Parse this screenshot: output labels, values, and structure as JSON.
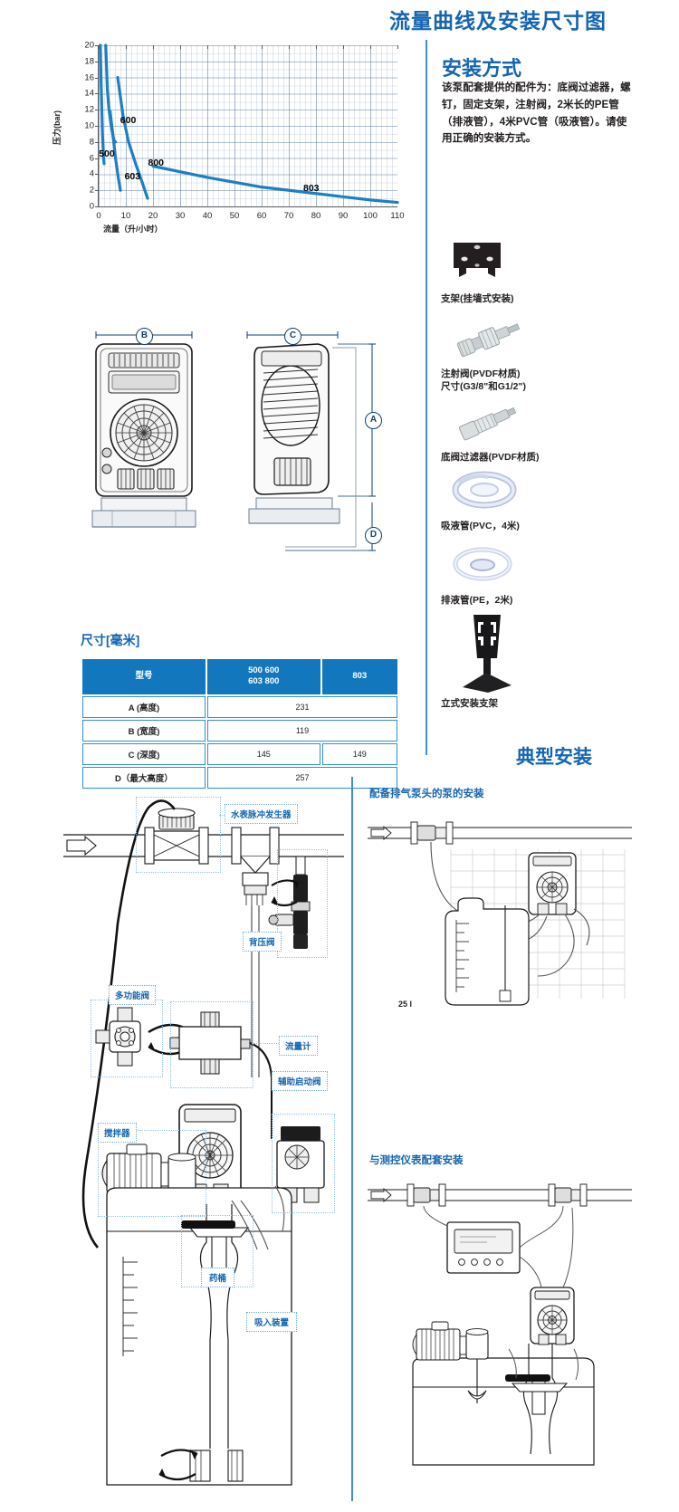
{
  "header": {
    "title": "流量曲线及安装尺寸图"
  },
  "install_method": {
    "heading": "安装方式",
    "body": "该泵配套提供的配件为：底阀过滤器，螺钉，固定支架，注射阀，2米长的PE管（排液管），4米PVC管（吸液管）。请使用正确的安装方式。"
  },
  "chart_data": {
    "type": "line",
    "title": "",
    "xlabel": "流量（升/小时）",
    "ylabel": "压力(bar)",
    "xlim": [
      0,
      110
    ],
    "ylim": [
      0,
      20
    ],
    "xticks": [
      0,
      10,
      20,
      30,
      40,
      50,
      60,
      70,
      80,
      90,
      100,
      110
    ],
    "yticks": [
      0,
      2,
      4,
      6,
      8,
      10,
      12,
      14,
      16,
      18,
      20
    ],
    "grid": true,
    "legend_position": "inline-annotations",
    "series": [
      {
        "name": "500",
        "label": "500",
        "points": [
          [
            0.6,
            20.0
          ],
          [
            1.0,
            14.0
          ],
          [
            1.4,
            9.0
          ],
          [
            1.8,
            6.0
          ],
          [
            2.0,
            5.3
          ]
        ]
      },
      {
        "name": "600",
        "label": "600",
        "points": [
          [
            2.6,
            20.0
          ],
          [
            3.2,
            14.5
          ],
          [
            3.8,
            12.0
          ],
          [
            4.6,
            10.0
          ],
          [
            5.6,
            8.2
          ],
          [
            6.2,
            8.0
          ]
        ]
      },
      {
        "name": "603",
        "label": "603",
        "points": [
          [
            4.2,
            11.8
          ],
          [
            5.2,
            9.0
          ],
          [
            6.2,
            6.0
          ],
          [
            7.2,
            3.6
          ],
          [
            8.0,
            2.0
          ]
        ]
      },
      {
        "name": "800",
        "label": "800",
        "points": [
          [
            7.0,
            16.0
          ],
          [
            9.0,
            11.2
          ],
          [
            11.0,
            8.0
          ],
          [
            13.5,
            5.4
          ],
          [
            16.0,
            3.0
          ],
          [
            18.0,
            1.0
          ]
        ]
      },
      {
        "name": "803",
        "label": "803",
        "points": [
          [
            20.0,
            5.0
          ],
          [
            40.0,
            3.6
          ],
          [
            60.0,
            2.4
          ],
          [
            80.0,
            1.6
          ],
          [
            100.0,
            0.8
          ],
          [
            110.0,
            0.5
          ]
        ]
      }
    ]
  },
  "accessories": [
    {
      "icon": "wall-bracket-icon",
      "caption": "支架(挂墙式安装)"
    },
    {
      "icon": "injection-valve-icon",
      "caption": "注射阀(PVDF材质)\n尺寸(G3/8\"和G1/2\")"
    },
    {
      "icon": "foot-valve-filter-icon",
      "caption": "底阀过滤器(PVDF材质)"
    },
    {
      "icon": "suction-hose-icon",
      "caption": "吸液管(PVC，4米)"
    },
    {
      "icon": "discharge-hose-icon",
      "caption": "排液管(PE，2米)"
    },
    {
      "icon": "floor-stand-icon",
      "caption": "立式安装支架"
    }
  ],
  "drawing_dim_labels": {
    "a": "A",
    "b": "B",
    "c": "C",
    "d": "D"
  },
  "dimensions_table": {
    "title": "尺寸[毫米]",
    "columns": [
      "型号",
      "500 600\n603 800",
      "803"
    ],
    "col0_header": "型号",
    "col1_header_line1": "500 600",
    "col1_header_line2": "603 800",
    "col2_header": "803",
    "rows": [
      {
        "label": "A (高度)",
        "v1": "231",
        "v2": "",
        "span": true
      },
      {
        "label": "B (宽度)",
        "v1": "119",
        "v2": "",
        "span": true
      },
      {
        "label": "C (深度)",
        "v1": "145",
        "v2": "149",
        "span": false
      },
      {
        "label": "D（最大高度）",
        "v1": "257",
        "v2": "",
        "span": true
      }
    ]
  },
  "typical_install": {
    "heading": "典型安装",
    "sub_heading_1": "配备排气泵头的泵的安装",
    "sub_heading_2": "与测控仪表配套安装",
    "main_callouts": {
      "water_meter": "水表脉冲发生器",
      "back_pressure_valve": "背压阀",
      "multifunction_valve": "多功能阀",
      "flow_meter": "流量计",
      "auxiliary_start_valve": "辅助启动阀",
      "agitator": "搅拌器",
      "chemical_tank": "药桶",
      "suction_assembly": "吸入装置"
    },
    "jug_label": "25 l"
  },
  "colors": {
    "brand_blue": "#1565b0",
    "table_header": "#1377bd",
    "curve_blue": "#1d7fc4",
    "callout_blue": "#6aa9dd"
  }
}
